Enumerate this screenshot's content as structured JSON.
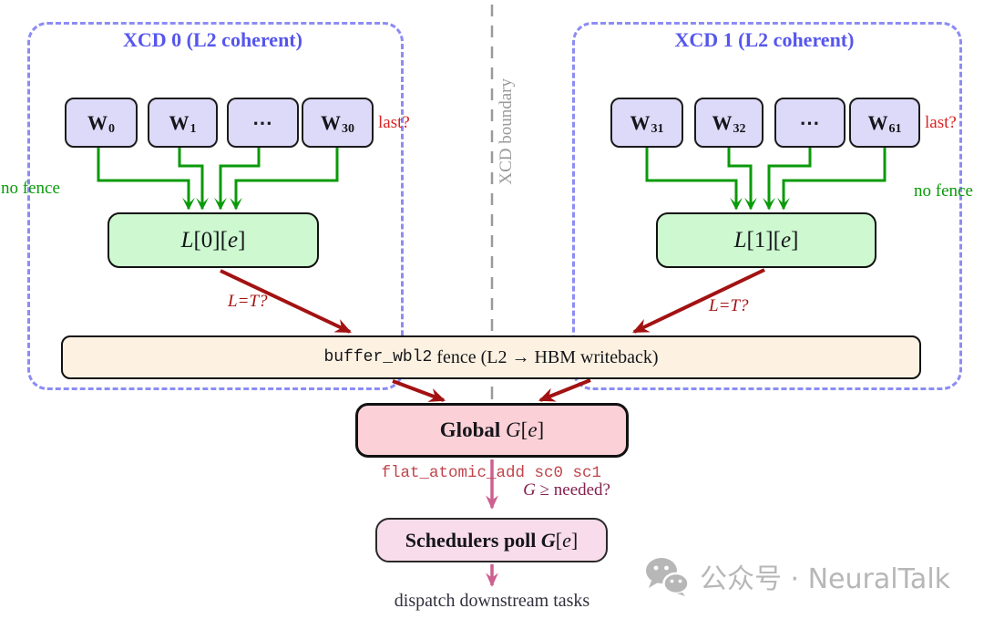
{
  "colors": {
    "accent-blue": "#5656ee",
    "border-blue": "#8c8cf4",
    "worker-fill": "#dcdaf8",
    "green": "#0a9a0a",
    "l-fill": "#cdf8d0",
    "dark-red": "#a31212",
    "bright-red": "#dd2222",
    "fence-fill": "#fdf2e2",
    "global-fill": "#fbd1d7",
    "sched-fill": "#f9dcec",
    "pink": "#cd6090",
    "mono-red": "#c0444c",
    "needed-magenta": "#84204f",
    "boundary-gray": "#9a9a9a",
    "watermark-gray": "#b7b7b7",
    "dispatch-ink": "#30303c"
  },
  "xcd0": {
    "title": "XCD 0 (L2 coherent)",
    "workers": [
      {
        "base": "W",
        "sub": "0"
      },
      {
        "base": "W",
        "sub": "1"
      },
      {
        "base": "⋯",
        "sub": ""
      },
      {
        "base": "W",
        "sub": "30"
      }
    ],
    "last_label": "last?",
    "no_fence_label": "no fence",
    "l_parts": [
      "L",
      "[0][",
      "e",
      "]"
    ],
    "lt_label": "L=T?"
  },
  "xcd1": {
    "title": "XCD 1 (L2 coherent)",
    "workers": [
      {
        "base": "W",
        "sub": "31"
      },
      {
        "base": "W",
        "sub": "32"
      },
      {
        "base": "⋯",
        "sub": ""
      },
      {
        "base": "W",
        "sub": "61"
      }
    ],
    "last_label": "last?",
    "no_fence_label": "no fence",
    "l_parts": [
      "L",
      "[1][",
      "e",
      "]"
    ],
    "lt_label": "L=T?"
  },
  "boundary_label": "XCD boundary",
  "fence": {
    "mono": "buffer_wbl2",
    "rest": " fence (L2 → HBM writeback)"
  },
  "global_parts": [
    "Global ",
    "G",
    "[",
    "e",
    "]"
  ],
  "atomic_label": "flat_atomic_add sc0 sc1",
  "needed_parts": [
    "G",
    " ≥ needed?"
  ],
  "sched_parts": [
    "Schedulers poll ",
    "G",
    "[",
    "e",
    "]"
  ],
  "dispatch_label": "dispatch downstream tasks",
  "watermark": "公众号 · NeuralTalk"
}
